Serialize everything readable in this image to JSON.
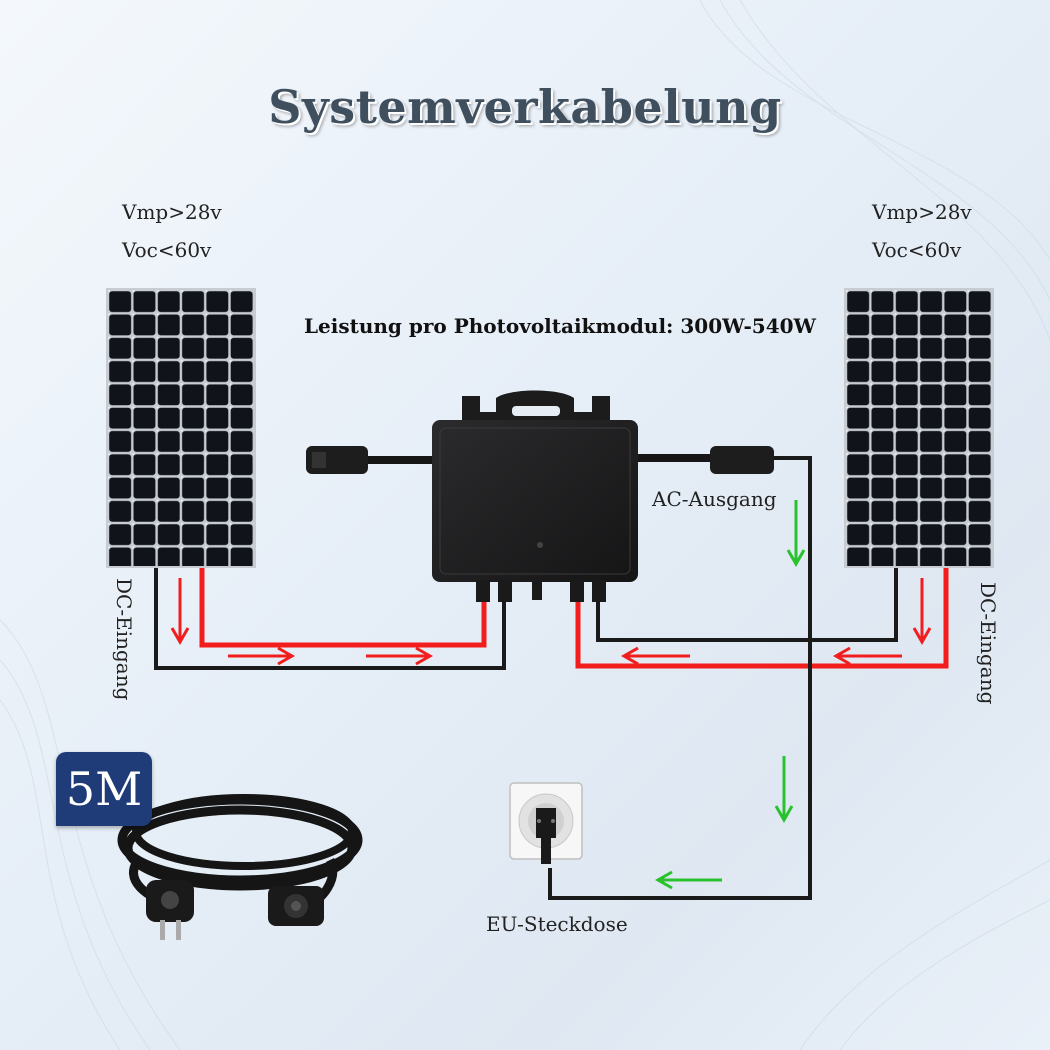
{
  "title": "Systemverkabelung",
  "left_panel": {
    "vmp": "Vmp>28v",
    "voc": "Voc<60v",
    "input_label": "DC-Eingang"
  },
  "right_panel": {
    "vmp": "Vmp>28v",
    "voc": "Voc<60v",
    "input_label": "DC-Eingang"
  },
  "power_rating": "Leistung pro Photovoltaikmodul: 300W-540W",
  "ac_output_label": "AC-Ausgang",
  "socket_label": "EU-Steckdose",
  "cable_badge": "5M",
  "colors": {
    "positive": "#f21d1d",
    "negative": "#1a1a1a",
    "ac_flow": "#29c22e",
    "badge": "#1f3c78"
  }
}
